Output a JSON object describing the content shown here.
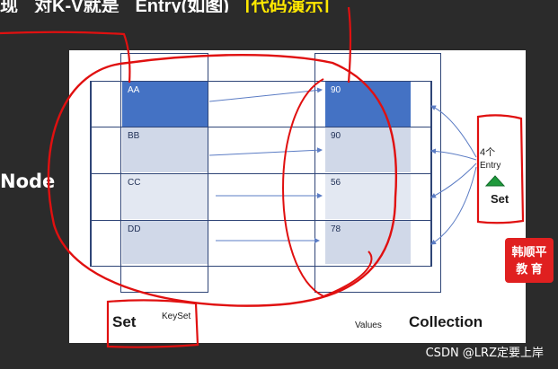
{
  "top_banner": {
    "text_a": "现",
    "text_b": "对K-V就是",
    "text_c": "Entry(如图)",
    "text_d": "[代码演示]"
  },
  "left_label": "Node",
  "table": {
    "keys": [
      "AA",
      "BB",
      "CC",
      "DD"
    ],
    "values": [
      "90",
      "90",
      "56",
      "78"
    ]
  },
  "right_note": {
    "count": "4个",
    "entry": "Entry",
    "set": "Set"
  },
  "captions": {
    "set": "Set",
    "keyset": "KeySet",
    "values": "Values",
    "collection": "Collection"
  },
  "brand": {
    "line1": "韩顺平",
    "line2": "教 育"
  },
  "watermark": "CSDN @LRZ定要上岸",
  "colors": {
    "highlight": "#4472c4",
    "cell_mid": "#d0d8e8",
    "cell_light": "#e3e8f2",
    "frame": "#2f4577",
    "annotation_red": "#e01010"
  }
}
